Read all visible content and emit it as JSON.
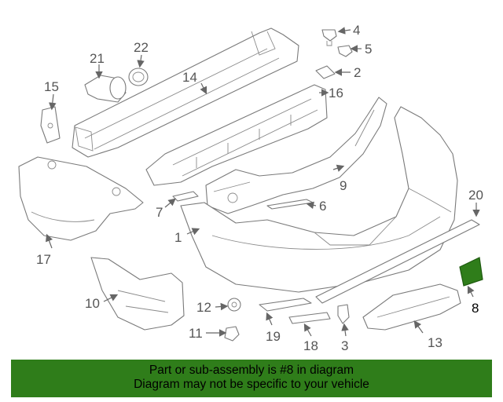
{
  "callouts": {
    "c1": "1",
    "c2": "2",
    "c3": "3",
    "c4": "4",
    "c5": "5",
    "c6": "6",
    "c7": "7",
    "c8": "8",
    "c9": "9",
    "c10": "10",
    "c11": "11",
    "c12": "12",
    "c13": "13",
    "c14": "14",
    "c15": "15",
    "c16": "16",
    "c17": "17",
    "c18": "18",
    "c19": "19",
    "c20": "20",
    "c21": "21",
    "c22": "22"
  },
  "highlight": {
    "part": "8",
    "color": "#2f7d1a"
  },
  "banner": {
    "line1": "Part or sub-assembly is #8 in diagram",
    "line2": "Diagram may not be specific to your vehicle",
    "color": "#2f7d1a"
  }
}
